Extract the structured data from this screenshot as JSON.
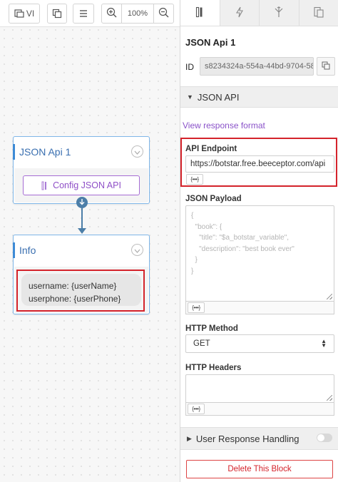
{
  "toolbar": {
    "view_label": "VI",
    "zoom_level": "100%"
  },
  "canvas": {
    "json_block": {
      "title": "JSON Api 1",
      "config_button_label": "Config JSON API"
    },
    "info_block": {
      "title": "Info",
      "lines": [
        "username: {userName}",
        "userphone: {userPhone}"
      ]
    }
  },
  "panel": {
    "tabs": [
      "properties-icon",
      "bolt-icon",
      "branch-icon",
      "copy-settings-icon"
    ],
    "block_title": "JSON Api 1",
    "id_label": "ID",
    "id_value": "s8234324a-554a-44bd-9704-58",
    "json_api_section": "JSON API",
    "view_response_link": "View response format",
    "api_endpoint": {
      "label": "API Endpoint",
      "value": "https://botstar.free.beeceptor.com/api",
      "var_button": "{•••}"
    },
    "json_payload": {
      "label": "JSON Payload",
      "placeholder": "{\n  \"book\": {\n    \"title\": \"$a_botstar_variable\",\n    \"description\": \"best book ever\"\n  }\n}",
      "var_button": "{•••}"
    },
    "http_method": {
      "label": "HTTP Method",
      "value": "GET"
    },
    "http_headers": {
      "label": "HTTP Headers",
      "var_button": "{•••}"
    },
    "user_response_section": "User Response Handling",
    "delete_button": "Delete This Block"
  },
  "colors": {
    "accent_blue": "#3d8bd6",
    "purple": "#8f4fc7",
    "highlight_red": "#d4232b"
  }
}
